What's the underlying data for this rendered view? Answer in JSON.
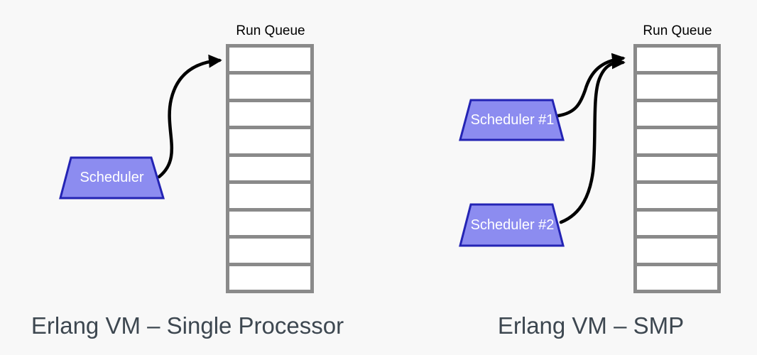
{
  "colors": {
    "background": "#f8f8f8",
    "queue_border": "#8a8a8a",
    "queue_cell_fill": "#ffffff",
    "scheduler_fill": "#8c8cf0",
    "scheduler_border": "#2424b4",
    "scheduler_text": "#ffffff",
    "caption_text": "#3d4750",
    "queue_label_text": "#000000",
    "arrow": "#000000"
  },
  "run_queue": {
    "cell_count": 9
  },
  "panels": [
    {
      "caption": "Erlang VM – Single Processor",
      "queue_label": "Run Queue",
      "schedulers": [
        {
          "label": "Scheduler"
        }
      ]
    },
    {
      "caption": "Erlang VM – SMP",
      "queue_label": "Run Queue",
      "schedulers": [
        {
          "label": "Scheduler #1"
        },
        {
          "label": "Scheduler #2"
        }
      ]
    }
  ]
}
